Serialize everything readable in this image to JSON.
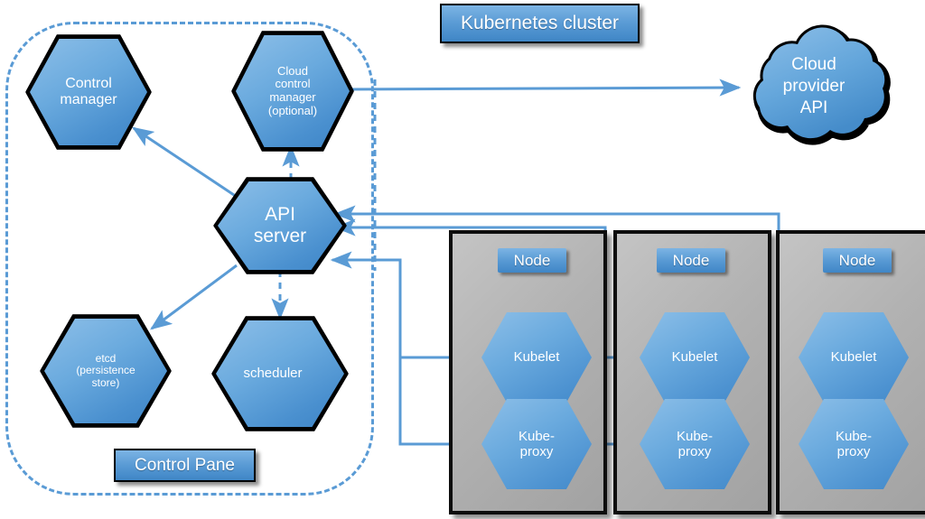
{
  "diagram": {
    "title": "Kubernetes cluster",
    "cluster_label": "Kubernetes cluster",
    "control_plane_label": "Control Pane"
  },
  "colors": {
    "node_fill": "#b2b2b2",
    "hex_fill": "#5a9bd5",
    "hex_fill_light": "#8dbfe8",
    "connector": "#5a9bd5",
    "outline": "#000000",
    "text": "#ffffff",
    "background": "#ffffff"
  },
  "control_plane": {
    "label": "Control Pane",
    "components": [
      {
        "id": "control-manager",
        "label": "Control\nmanager",
        "line1": "Control",
        "line2": "manager",
        "line3": "",
        "line4": ""
      },
      {
        "id": "cloud-control-manager",
        "label": "Cloud control manager (optional)",
        "line1": "Cloud",
        "line2": "control",
        "line3": "manager",
        "line4": "(optional)"
      },
      {
        "id": "api-server",
        "label": "API server",
        "line1": "API",
        "line2": "server",
        "line3": "",
        "line4": ""
      },
      {
        "id": "etcd",
        "label": "etcd (persistence store)",
        "line1": "etcd",
        "line2": "(persistence",
        "line3": "store)",
        "line4": ""
      },
      {
        "id": "scheduler",
        "label": "scheduler",
        "line1": "scheduler",
        "line2": "",
        "line3": "",
        "line4": ""
      }
    ]
  },
  "external": {
    "cloud_provider": {
      "id": "cloud-provider-api",
      "label": "Cloud provider API",
      "line1": "Cloud",
      "line2": "provider",
      "line3": "API"
    }
  },
  "nodes": [
    {
      "id": "node-1",
      "label": "Node",
      "components": [
        {
          "id": "kubelet-1",
          "label": "Kubelet",
          "line1": "Kubelet",
          "line2": ""
        },
        {
          "id": "kube-proxy-1",
          "label": "Kube-proxy",
          "line1": "Kube-",
          "line2": "proxy"
        }
      ]
    },
    {
      "id": "node-2",
      "label": "Node",
      "components": [
        {
          "id": "kubelet-2",
          "label": "Kubelet",
          "line1": "Kubelet",
          "line2": ""
        },
        {
          "id": "kube-proxy-2",
          "label": "Kube-proxy",
          "line1": "Kube-",
          "line2": "proxy"
        }
      ]
    },
    {
      "id": "node-3",
      "label": "Node",
      "components": [
        {
          "id": "kubelet-3",
          "label": "Kubelet",
          "line1": "Kubelet",
          "line2": ""
        },
        {
          "id": "kube-proxy-3",
          "label": "Kube-proxy",
          "line1": "Kube-",
          "line2": "proxy"
        }
      ]
    }
  ],
  "connections": [
    {
      "id": "conn-api-to-control-manager",
      "from": "api-server",
      "to": "control-manager",
      "style": "solid",
      "arrow": "to"
    },
    {
      "id": "conn-api-to-cloud-control-manager",
      "from": "api-server",
      "to": "cloud-control-manager",
      "style": "dashed",
      "arrow": "to"
    },
    {
      "id": "conn-api-to-etcd",
      "from": "api-server",
      "to": "etcd",
      "style": "solid",
      "arrow": "to"
    },
    {
      "id": "conn-api-to-scheduler",
      "from": "api-server",
      "to": "scheduler",
      "style": "dashed",
      "arrow": "to"
    },
    {
      "id": "conn-cloud-control-manager-to-api",
      "from": "cloud-control-manager",
      "to": "cloud-provider-api",
      "style": "solid",
      "arrow": "to"
    },
    {
      "id": "conn-kubelet-1-to-api",
      "from": "kubelet-1",
      "to": "api-server",
      "style": "solid",
      "arrow": "to"
    },
    {
      "id": "conn-kube-proxy-1-to-api",
      "from": "kube-proxy-1",
      "to": "api-server",
      "style": "solid",
      "arrow": "to"
    },
    {
      "id": "conn-kubelet-2-to-api",
      "from": "kubelet-2",
      "to": "api-server",
      "style": "solid",
      "arrow": "to"
    },
    {
      "id": "conn-kube-proxy-2-to-api",
      "from": "kube-proxy-2",
      "to": "api-server",
      "style": "solid",
      "arrow": "to"
    },
    {
      "id": "conn-kubelet-3-to-api",
      "from": "kubelet-3",
      "to": "api-server",
      "style": "solid",
      "arrow": "to"
    },
    {
      "id": "conn-kube-proxy-3-to-api",
      "from": "kube-proxy-3",
      "to": "api-server",
      "style": "solid",
      "arrow": "to"
    }
  ]
}
